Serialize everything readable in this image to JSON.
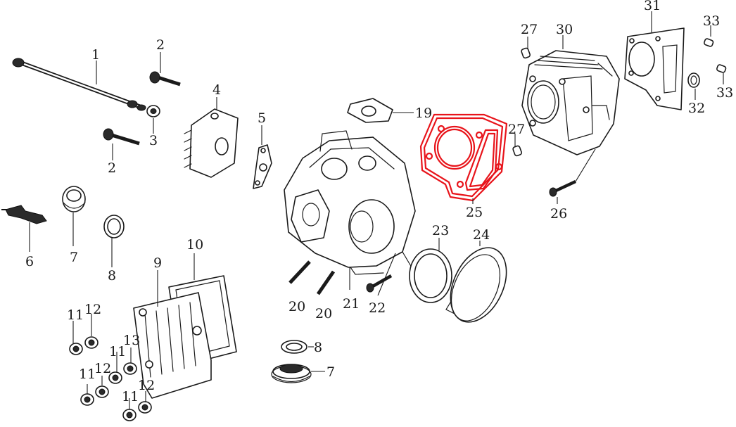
{
  "highlight_color": "#e8141b",
  "callouts": [
    {
      "id": "c1",
      "text": "1"
    },
    {
      "id": "c2a",
      "text": "2"
    },
    {
      "id": "c2b",
      "text": "2"
    },
    {
      "id": "c3",
      "text": "3"
    },
    {
      "id": "c4",
      "text": "4"
    },
    {
      "id": "c5",
      "text": "5"
    },
    {
      "id": "c6",
      "text": "6"
    },
    {
      "id": "c7a",
      "text": "7"
    },
    {
      "id": "c7b",
      "text": "7"
    },
    {
      "id": "c8a",
      "text": "8"
    },
    {
      "id": "c8b",
      "text": "8"
    },
    {
      "id": "c9",
      "text": "9"
    },
    {
      "id": "c10",
      "text": "10"
    },
    {
      "id": "c11a",
      "text": "11"
    },
    {
      "id": "c11b",
      "text": "11"
    },
    {
      "id": "c11c",
      "text": "11"
    },
    {
      "id": "c11d",
      "text": "11"
    },
    {
      "id": "c12a",
      "text": "12"
    },
    {
      "id": "c12b",
      "text": "12"
    },
    {
      "id": "c12c",
      "text": "12"
    },
    {
      "id": "c13",
      "text": "13"
    },
    {
      "id": "c19",
      "text": "19"
    },
    {
      "id": "c20a",
      "text": "20"
    },
    {
      "id": "c20b",
      "text": "20"
    },
    {
      "id": "c21",
      "text": "21"
    },
    {
      "id": "c22",
      "text": "22"
    },
    {
      "id": "c23",
      "text": "23"
    },
    {
      "id": "c24",
      "text": "24"
    },
    {
      "id": "c25",
      "text": "25"
    },
    {
      "id": "c26",
      "text": "26"
    },
    {
      "id": "c27a",
      "text": "27"
    },
    {
      "id": "c27b",
      "text": "27"
    },
    {
      "id": "c30",
      "text": "30"
    },
    {
      "id": "c31",
      "text": "31"
    },
    {
      "id": "c32",
      "text": "32"
    },
    {
      "id": "c33a",
      "text": "33"
    },
    {
      "id": "c33b",
      "text": "33"
    }
  ]
}
